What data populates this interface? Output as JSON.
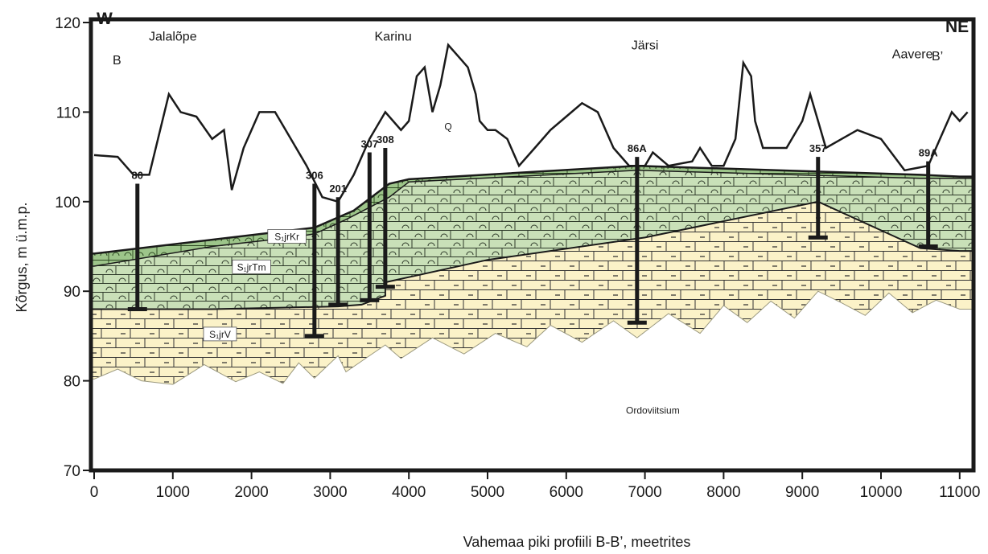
{
  "chart_data": {
    "type": "cross-section",
    "xlabel": "Vahemaa piki profiili B-B’, meetrites",
    "ylabel": "Kõrgus, m ü.m.p.",
    "xlim": [
      0,
      11000
    ],
    "ylim": [
      70,
      120
    ],
    "xticks": [
      0,
      1000,
      2000,
      3000,
      4000,
      5000,
      6000,
      7000,
      8000,
      9000,
      10000,
      11000
    ],
    "yticks": [
      70,
      80,
      90,
      100,
      110,
      120
    ],
    "direction_left": "W",
    "direction_right": "NE",
    "profile_start": "B",
    "profile_end": "B’",
    "places": [
      {
        "name": "Jalalõpe",
        "x": 1000,
        "y": 118
      },
      {
        "name": "Karinu",
        "x": 3800,
        "y": 118
      },
      {
        "name": "Järsi",
        "x": 7000,
        "y": 117
      },
      {
        "name": "Aavere",
        "x": 10400,
        "y": 116
      }
    ],
    "surface": [
      [
        0,
        105.2
      ],
      [
        300,
        105
      ],
      [
        500,
        103
      ],
      [
        700,
        103
      ],
      [
        950,
        112
      ],
      [
        1100,
        110
      ],
      [
        1300,
        109.5
      ],
      [
        1500,
        107
      ],
      [
        1650,
        108
      ],
      [
        1750,
        101.3
      ],
      [
        1900,
        106
      ],
      [
        2100,
        110
      ],
      [
        2300,
        110
      ],
      [
        2500,
        107
      ],
      [
        2700,
        104
      ],
      [
        2900,
        100.5
      ],
      [
        3100,
        100
      ],
      [
        3300,
        103
      ],
      [
        3500,
        107
      ],
      [
        3700,
        110
      ],
      [
        3900,
        108
      ],
      [
        4000,
        109
      ],
      [
        4100,
        114
      ],
      [
        4200,
        115
      ],
      [
        4300,
        110
      ],
      [
        4400,
        113
      ],
      [
        4500,
        117.5
      ],
      [
        4650,
        116
      ],
      [
        4750,
        115
      ],
      [
        4850,
        112
      ],
      [
        4900,
        109
      ],
      [
        5000,
        108
      ],
      [
        5100,
        108
      ],
      [
        5250,
        107
      ],
      [
        5400,
        104
      ],
      [
        5600,
        106
      ],
      [
        5800,
        108
      ],
      [
        6000,
        109.5
      ],
      [
        6200,
        111
      ],
      [
        6400,
        110
      ],
      [
        6600,
        106
      ],
      [
        6800,
        104
      ],
      [
        7000,
        104
      ],
      [
        7100,
        105.5
      ],
      [
        7300,
        104
      ],
      [
        7600,
        104.5
      ],
      [
        7700,
        106
      ],
      [
        7850,
        104
      ],
      [
        8000,
        104
      ],
      [
        8150,
        107
      ],
      [
        8250,
        115.5
      ],
      [
        8350,
        114
      ],
      [
        8400,
        109
      ],
      [
        8500,
        106
      ],
      [
        8600,
        106
      ],
      [
        8800,
        106
      ],
      [
        9000,
        109
      ],
      [
        9100,
        112
      ],
      [
        9200,
        109
      ],
      [
        9300,
        106
      ],
      [
        9500,
        107
      ],
      [
        9700,
        108
      ],
      [
        10000,
        107
      ],
      [
        10300,
        103.5
      ],
      [
        10600,
        104
      ],
      [
        10750,
        107
      ],
      [
        10900,
        110
      ],
      [
        11000,
        109
      ],
      [
        11100,
        110
      ]
    ],
    "units": [
      {
        "code": "S₁jrKr",
        "fill": "#9dc58a",
        "top": [
          [
            0,
            94.2
          ],
          [
            2800,
            97.1
          ],
          [
            3300,
            99
          ],
          [
            3750,
            102
          ],
          [
            4000,
            102.5
          ],
          [
            6900,
            104
          ],
          [
            10500,
            103
          ],
          [
            11000,
            102.8
          ]
        ],
        "bottom": [
          [
            0,
            92.8
          ],
          [
            1500,
            95
          ],
          [
            2500,
            96
          ],
          [
            2800,
            96.4
          ],
          [
            3200,
            98
          ],
          [
            3750,
            100.5
          ],
          [
            4000,
            102.2
          ],
          [
            6900,
            103.5
          ],
          [
            10500,
            102.6
          ],
          [
            11000,
            102.6
          ]
        ],
        "label_x": 2450,
        "label_y": 95.9
      },
      {
        "code": "S₁jrTm",
        "fill": "#c9e0b8",
        "label_x": 2000,
        "label_y": 92.5
      },
      {
        "code": "S₁jrV",
        "fill": "#fbf2c8",
        "label_x": 1600,
        "label_y": 85
      },
      {
        "code": "Ordoviitsium",
        "fill": "#ffffff",
        "label_x": 7100,
        "label_y": 76.5
      }
    ],
    "quaternary_label": {
      "code": "Q",
      "x": 4500,
      "y": 108
    },
    "contacts": {
      "tm_base": [
        [
          0,
          88
        ],
        [
          1500,
          88
        ],
        [
          3100,
          88.3
        ],
        [
          3400,
          88.5
        ],
        [
          3700,
          89.5
        ],
        [
          3700,
          91
        ],
        [
          5000,
          93.5
        ],
        [
          7000,
          96
        ],
        [
          9200,
          100
        ],
        [
          10200,
          96
        ],
        [
          10500,
          94.8
        ],
        [
          11000,
          94.5
        ]
      ],
      "v_base": [
        [
          0,
          80.2
        ],
        [
          300,
          81.3
        ],
        [
          600,
          80
        ],
        [
          1000,
          79.6
        ],
        [
          1400,
          81.8
        ],
        [
          1800,
          79.9
        ],
        [
          2100,
          81
        ],
        [
          2400,
          79.7
        ],
        [
          2600,
          82
        ],
        [
          2800,
          80.3
        ],
        [
          3100,
          82.8
        ],
        [
          3200,
          81
        ],
        [
          3500,
          82.8
        ],
        [
          3700,
          84
        ],
        [
          3900,
          82.5
        ],
        [
          4300,
          84.8
        ],
        [
          4700,
          83
        ],
        [
          5100,
          85.3
        ],
        [
          5500,
          83.8
        ],
        [
          5800,
          86.2
        ],
        [
          6200,
          84.3
        ],
        [
          6600,
          86.7
        ],
        [
          6900,
          84.8
        ],
        [
          7300,
          87.5
        ],
        [
          7700,
          85.3
        ],
        [
          8000,
          88.4
        ],
        [
          8300,
          86.5
        ],
        [
          8600,
          88.9
        ],
        [
          8900,
          87
        ],
        [
          9200,
          90
        ],
        [
          9500,
          88.7
        ],
        [
          9800,
          87.3
        ],
        [
          10100,
          89.8
        ],
        [
          10400,
          87.6
        ],
        [
          10700,
          89
        ],
        [
          11000,
          88
        ]
      ]
    },
    "boreholes": [
      {
        "id": "80",
        "x": 550,
        "top": 102,
        "bottom": 88
      },
      {
        "id": "306",
        "x": 2800,
        "top": 102,
        "bottom": 85
      },
      {
        "id": "201",
        "x": 3100,
        "top": 100.5,
        "bottom": 88.5
      },
      {
        "id": "307",
        "x": 3500,
        "top": 105.5,
        "bottom": 89
      },
      {
        "id": "308",
        "x": 3700,
        "top": 106,
        "bottom": 90.5
      },
      {
        "id": "86A",
        "x": 6900,
        "top": 105,
        "bottom": 86.5
      },
      {
        "id": "357",
        "x": 9200,
        "top": 105,
        "bottom": 96
      },
      {
        "id": "89A",
        "x": 10600,
        "top": 104.5,
        "bottom": 95
      }
    ]
  }
}
